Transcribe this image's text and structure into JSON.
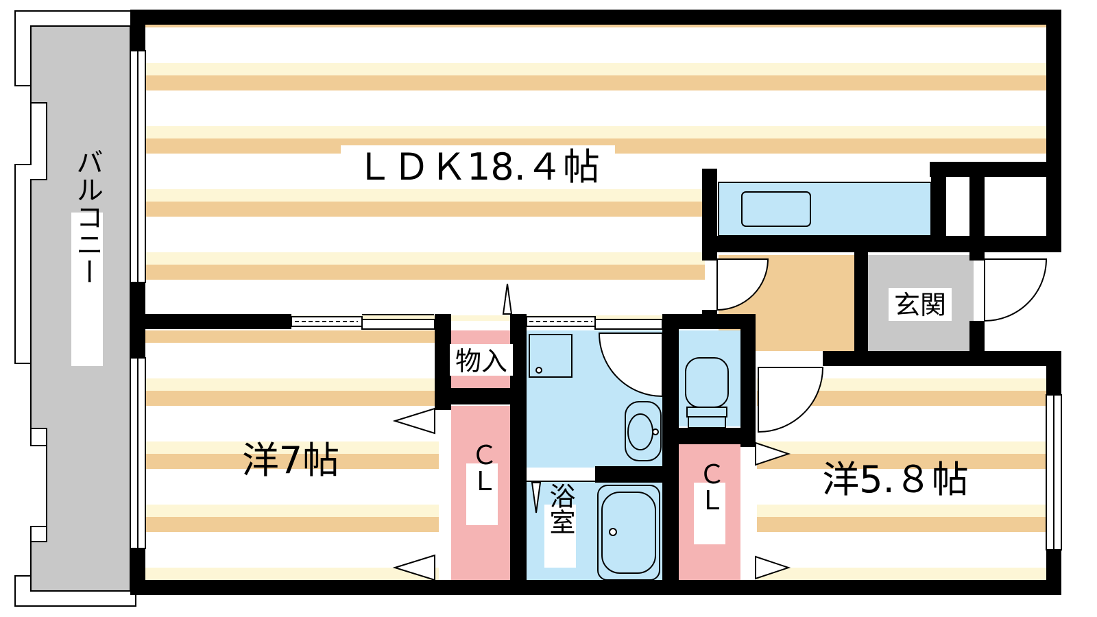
{
  "labels": {
    "ldk": "ＬＤＫ18.４帖",
    "western_7": "洋7帖",
    "western_58": "洋5.８帖",
    "balcony": "バルコニー",
    "entrance": "玄関",
    "storage": "物入",
    "bathroom": "浴室",
    "closet_left": "ＣＬ",
    "closet_right": "ＣＬ"
  },
  "colors": {
    "wall": "#000000",
    "floor_stripe_dark": "#f0cc96",
    "floor_stripe_light": "#fdf6d6",
    "balcony": "#c8c8c8",
    "entrance": "#c8c8c8",
    "genkan_floor": "#f0cc96",
    "wet_area": "#c1e6f8",
    "closet": "#f5b4b4"
  }
}
